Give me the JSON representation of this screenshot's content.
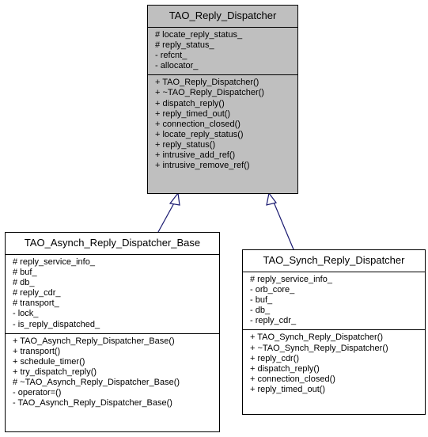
{
  "classes": {
    "base": {
      "name": "TAO_Reply_Dispatcher",
      "attributes": [
        "# locate_reply_status_",
        "# reply_status_",
        "- refcnt_",
        "- allocator_"
      ],
      "operations": [
        "+ TAO_Reply_Dispatcher()",
        "+ ~TAO_Reply_Dispatcher()",
        "+ dispatch_reply()",
        "+ reply_timed_out()",
        "+ connection_closed()",
        "+ locate_reply_status()",
        "+ reply_status()",
        "+ intrusive_add_ref()",
        "+ intrusive_remove_ref()"
      ]
    },
    "async": {
      "name": "TAO_Asynch_Reply_Dispatcher_Base",
      "attributes": [
        "# reply_service_info_",
        "# buf_",
        "# db_",
        "# reply_cdr_",
        "# transport_",
        "- lock_",
        "- is_reply_dispatched_"
      ],
      "operations": [
        "+ TAO_Asynch_Reply_Dispatcher_Base()",
        "+ transport()",
        "+ schedule_timer()",
        "+ try_dispatch_reply()",
        "# ~TAO_Asynch_Reply_Dispatcher_Base()",
        "- operator=()",
        "- TAO_Asynch_Reply_Dispatcher_Base()"
      ]
    },
    "sync": {
      "name": "TAO_Synch_Reply_Dispatcher",
      "attributes": [
        "# reply_service_info_",
        "- orb_core_",
        "- buf_",
        "- db_",
        "- reply_cdr_"
      ],
      "operations": [
        "+ TAO_Synch_Reply_Dispatcher()",
        "+ ~TAO_Synch_Reply_Dispatcher()",
        "+ reply_cdr()",
        "+ dispatch_reply()",
        "+ connection_closed()",
        "+ reply_timed_out()"
      ]
    }
  },
  "colors": {
    "base_fill": "#bfbfbf",
    "edge": "#191970",
    "border": "#000000"
  }
}
